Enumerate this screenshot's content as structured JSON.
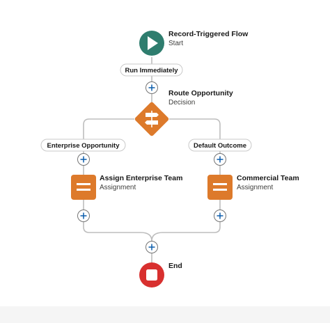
{
  "colors": {
    "start": "#2e7d6e",
    "decision": "#dd7a2b",
    "assignment": "#dd7a2b",
    "end": "#d8302f",
    "connector": "#bdbdbd",
    "plus": "#0b5cab"
  },
  "nodes": {
    "start": {
      "title": "Record-Triggered Flow",
      "subtitle": "Start",
      "icon": "play-icon"
    },
    "decision": {
      "title": "Route Opportunity",
      "subtitle": "Decision",
      "icon": "signpost-icon"
    },
    "assign_enterprise": {
      "title": "Assign Enterprise Team",
      "subtitle": "Assignment",
      "icon": "equals-icon"
    },
    "assign_commercial": {
      "title": "Commercial Team",
      "subtitle": "Assignment",
      "icon": "equals-icon"
    },
    "end": {
      "title": "End",
      "icon": "stop-icon"
    }
  },
  "labels": {
    "run_immediately": "Run Immediately",
    "enterprise_outcome": "Enterprise Opportunity",
    "default_outcome": "Default Outcome"
  }
}
